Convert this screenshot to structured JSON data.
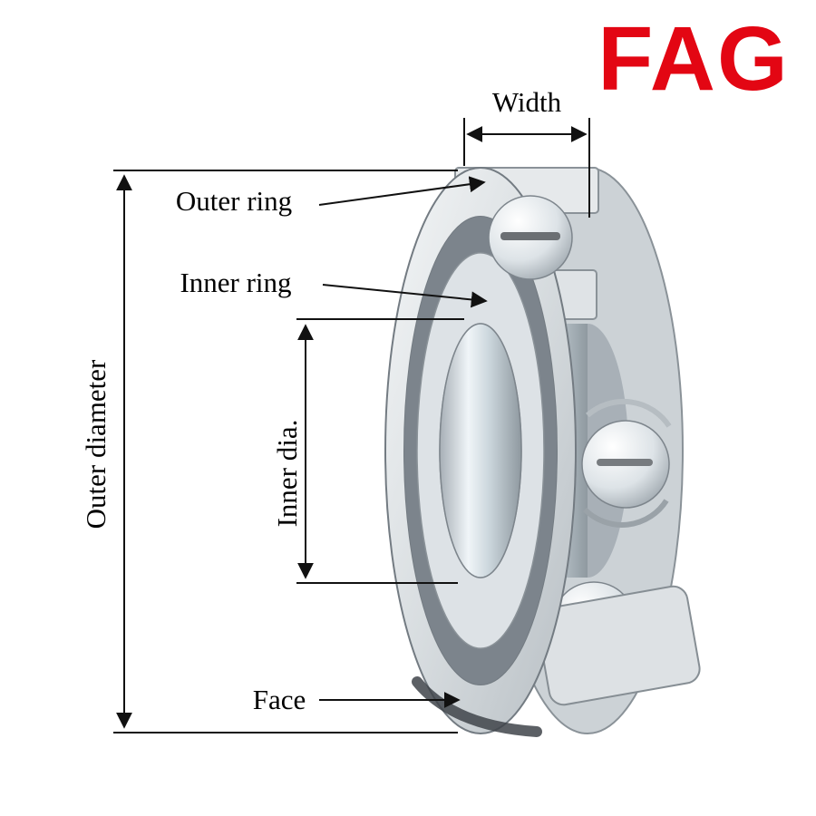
{
  "page": {
    "background": "#ffffff"
  },
  "brand": {
    "logo_text": "FAG",
    "logo_color": "#e30613"
  },
  "labels": {
    "width": "Width",
    "outer_ring": "Outer ring",
    "inner_ring": "Inner ring",
    "inner_dia": "Inner dia.",
    "outer_diameter": "Outer diameter",
    "face": "Face"
  },
  "illustration": {
    "subject": "deep-groove-ball-bearing-cutaway",
    "metal_light": "#eef1f3",
    "metal_mid": "#cdd3d7",
    "metal_dark": "#8a9298",
    "groove_shadow": "#7c848c",
    "line_color": "#111111"
  }
}
